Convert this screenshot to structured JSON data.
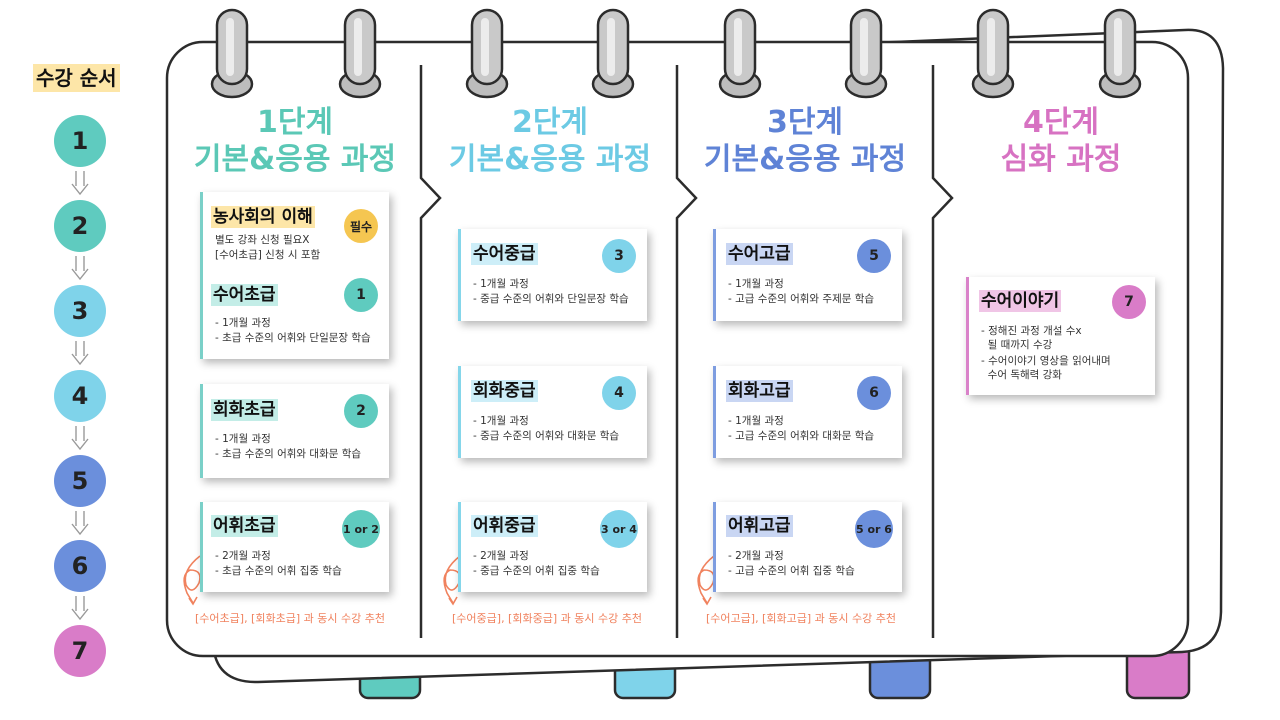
{
  "sidebar": {
    "title": "수강 순서",
    "steps": [
      "1",
      "2",
      "3",
      "4",
      "5",
      "6",
      "7"
    ]
  },
  "columns": [
    {
      "stage": "1단계",
      "name": "기본&응용 과정"
    },
    {
      "stage": "2단계",
      "name": "기본&응용 과정"
    },
    {
      "stage": "3단계",
      "name": "기본&응용 과정"
    },
    {
      "stage": "4단계",
      "name": "심화 과정"
    }
  ],
  "courses": {
    "orientation": {
      "title": "농사회의 이해",
      "badge": "필수",
      "lines": [
        "별도 강좌 신청 필요X",
        "[수어초급] 신청 시 포함"
      ]
    },
    "sueo_beginner": {
      "title": "수어초급",
      "badge": "1",
      "lines": [
        "- 1개월 과정",
        "- 초급 수준의 어휘와 단일문장 학습"
      ]
    },
    "conv_beginner": {
      "title": "회화초급",
      "badge": "2",
      "lines": [
        "- 1개월 과정",
        "- 초급 수준의 어휘와 대화문 학습"
      ]
    },
    "vocab_beginner": {
      "title": "어휘초급",
      "badge": "1 or 2",
      "lines": [
        "- 2개월 과정",
        "- 초급 수준의 어휘 집중 학습"
      ]
    },
    "sueo_intermediate": {
      "title": "수어중급",
      "badge": "3",
      "lines": [
        "- 1개월 과정",
        "- 중급 수준의 어휘와 단일문장 학습"
      ]
    },
    "conv_intermediate": {
      "title": "회화중급",
      "badge": "4",
      "lines": [
        "- 1개월 과정",
        "- 중급 수준의 어휘와 대화문 학습"
      ]
    },
    "vocab_intermediate": {
      "title": "어휘중급",
      "badge": "3 or 4",
      "lines": [
        "- 2개월 과정",
        "- 중급 수준의 어휘 집중 학습"
      ]
    },
    "sueo_advanced": {
      "title": "수어고급",
      "badge": "5",
      "lines": [
        "- 1개월 과정",
        "- 고급 수준의 어휘와 주제문 학습"
      ]
    },
    "conv_advanced": {
      "title": "회화고급",
      "badge": "6",
      "lines": [
        "- 1개월 과정",
        "- 고급 수준의 어휘와 대화문 학습"
      ]
    },
    "vocab_advanced": {
      "title": "어휘고급",
      "badge": "5 or 6",
      "lines": [
        "- 2개월 과정",
        "- 고급 수준의 어휘 집중 학습"
      ]
    },
    "story": {
      "title": "수어이야기",
      "badge": "7",
      "lines": [
        "- 정해진 과정 개설 수x",
        "  될 때까지 수강",
        "- 수어이야기 영상을 읽어내며",
        "  수어 독해력 강화"
      ]
    }
  },
  "notes": {
    "beginner": "[수어초급], [회화초급] 과 동시 수강 추천",
    "intermediate": "[수어중급], [회화중급] 과 동시 수강 추천",
    "advanced": "[수어고급], [회화고급] 과 동시 수강 추천"
  },
  "colors": {
    "teal": "#5fcbbf",
    "sky": "#7fd3ea",
    "blue": "#6b8fdc",
    "pink": "#d97cc8",
    "highlight_yellow": "#fde6a8",
    "title_teal": "#5bc8b6",
    "title_sky": "#6ccae4",
    "title_blue": "#5f83d6",
    "title_pink": "#d772c2",
    "note_orange": "#f0825e"
  }
}
